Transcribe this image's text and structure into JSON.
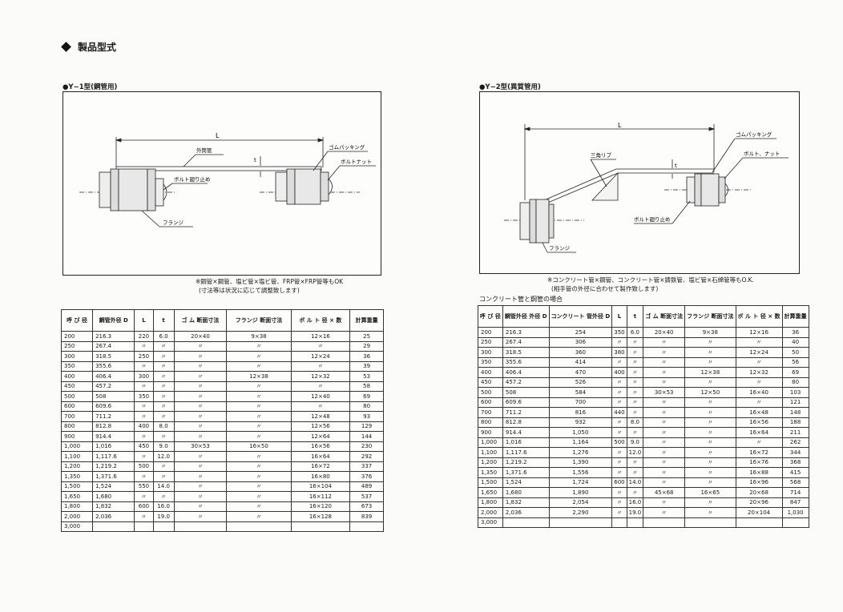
{
  "heading": "製品型式",
  "y1": {
    "title": "●Y−1型(鋼管用)",
    "labels": {
      "L": "L",
      "t": "t",
      "outer_pipe": "外筒管",
      "gasket": "ゴムパッキング",
      "bolt_nut": "ボルトナット",
      "bolt_stopper": "ボルト廻り止め",
      "flange": "フランジ"
    },
    "note1": "※鋼管×鋼管、塩ビ管×塩ビ管、FRP管×FRP管等もOK",
    "note2": "(寸法等は状況に応じて調整致します)"
  },
  "y2": {
    "title": "●Y−2型(異質管用)",
    "labels": {
      "L": "L",
      "t": "t",
      "rib": "三角リブ",
      "gasket": "ゴムパッキング",
      "bolt_nut": "ボルト、ナット",
      "bolt_stopper": "ボルト廻り止め",
      "flange": "フランジ"
    },
    "note1": "※コンクリート管×鋼管、コンクリート管×鋳鉄管、塩ビ管×石綿管等もO.K.",
    "note2": "(相手管の外径に合わせて製作致します)",
    "caption": "コンクリート管と鋼管の場合"
  },
  "table1": {
    "headers": [
      "呼 び 径",
      "鋼管外径 D",
      "L",
      "t",
      "ゴ ム 断面寸法",
      "フランジ 断面寸法",
      "ボ ル ト 径 × 数",
      "計算重量"
    ],
    "rows": [
      [
        "200",
        "216.3",
        "220",
        "6.0",
        "20×40",
        "9×38",
        "12×16",
        "25"
      ],
      [
        "250",
        "267.4",
        "〃",
        "〃",
        "〃",
        "〃",
        "〃",
        "29"
      ],
      [
        "300",
        "318.5",
        "250",
        "〃",
        "〃",
        "〃",
        "12×24",
        "36"
      ],
      [
        "350",
        "355.6",
        "〃",
        "〃",
        "〃",
        "〃",
        "〃",
        "39"
      ],
      [
        "400",
        "406.4",
        "300",
        "〃",
        "〃",
        "12×38",
        "12×32",
        "53"
      ],
      [
        "450",
        "457.2",
        "〃",
        "〃",
        "〃",
        "〃",
        "〃",
        "58"
      ],
      [
        "500",
        "508",
        "350",
        "〃",
        "〃",
        "〃",
        "12×40",
        "69"
      ],
      [
        "600",
        "609.6",
        "〃",
        "〃",
        "〃",
        "〃",
        "〃",
        "80"
      ],
      [
        "700",
        "711.2",
        "〃",
        "〃",
        "〃",
        "〃",
        "12×48",
        "93"
      ],
      [
        "800",
        "812.8",
        "400",
        "8.0",
        "〃",
        "〃",
        "12×56",
        "129"
      ],
      [
        "900",
        "914.4",
        "〃",
        "〃",
        "〃",
        "〃",
        "12×64",
        "144"
      ],
      [
        "1,000",
        "1,016",
        "450",
        "9.0",
        "30×53",
        "16×50",
        "16×56",
        "230"
      ],
      [
        "1,100",
        "1,117.6",
        "〃",
        "12.0",
        "〃",
        "〃",
        "16×64",
        "292"
      ],
      [
        "1,200",
        "1,219.2",
        "500",
        "〃",
        "〃",
        "〃",
        "16×72",
        "337"
      ],
      [
        "1,350",
        "1,371.6",
        "〃",
        "〃",
        "〃",
        "〃",
        "16×80",
        "376"
      ],
      [
        "1,500",
        "1,524",
        "550",
        "14.0",
        "〃",
        "〃",
        "16×104",
        "489"
      ],
      [
        "1,650",
        "1,680",
        "〃",
        "〃",
        "〃",
        "〃",
        "16×112",
        "537"
      ],
      [
        "1,800",
        "1,832",
        "600",
        "16.0",
        "〃",
        "〃",
        "16×120",
        "673"
      ],
      [
        "2,000",
        "2,036",
        "〃",
        "19.0",
        "〃",
        "〃",
        "16×128",
        "839"
      ],
      [
        "3,000",
        "",
        "",
        "",
        "",
        "",
        "",
        ""
      ]
    ]
  },
  "table2": {
    "headers": [
      "呼 び 径",
      "鋼管外径 外径 D",
      "コンクリート 管外径 D",
      "L",
      "t",
      "ゴ ム 断面寸法",
      "フランジ 断面寸法",
      "ボ ル ト 径 × 数",
      "計算重量"
    ],
    "rows": [
      [
        "200",
        "216.3",
        "254",
        "350",
        "6.0",
        "20×40",
        "9×38",
        "12×16",
        "36"
      ],
      [
        "250",
        "267.4",
        "306",
        "〃",
        "〃",
        "〃",
        "〃",
        "〃",
        "40"
      ],
      [
        "300",
        "318.5",
        "360",
        "380",
        "〃",
        "〃",
        "〃",
        "12×24",
        "50"
      ],
      [
        "350",
        "355.6",
        "414",
        "〃",
        "〃",
        "〃",
        "〃",
        "〃",
        "56"
      ],
      [
        "400",
        "406.4",
        "470",
        "400",
        "〃",
        "〃",
        "12×38",
        "12×32",
        "69"
      ],
      [
        "450",
        "457.2",
        "526",
        "〃",
        "〃",
        "〃",
        "〃",
        "〃",
        "80"
      ],
      [
        "500",
        "508",
        "584",
        "〃",
        "〃",
        "30×53",
        "12×50",
        "16×40",
        "103"
      ],
      [
        "600",
        "609.6",
        "700",
        "〃",
        "〃",
        "〃",
        "〃",
        "〃",
        "121"
      ],
      [
        "700",
        "711.2",
        "816",
        "440",
        "〃",
        "〃",
        "〃",
        "16×48",
        "148"
      ],
      [
        "800",
        "812.8",
        "932",
        "〃",
        "8.0",
        "〃",
        "〃",
        "16×56",
        "188"
      ],
      [
        "900",
        "914.4",
        "1,050",
        "〃",
        "〃",
        "〃",
        "〃",
        "16×64",
        "211"
      ],
      [
        "1,000",
        "1,016",
        "1,164",
        "500",
        "9.0",
        "〃",
        "〃",
        "〃",
        "262"
      ],
      [
        "1,100",
        "1,117.6",
        "1,276",
        "〃",
        "12.0",
        "〃",
        "〃",
        "16×72",
        "344"
      ],
      [
        "1,200",
        "1,219.2",
        "1,390",
        "〃",
        "〃",
        "〃",
        "〃",
        "16×76",
        "368"
      ],
      [
        "1,350",
        "1,371.6",
        "1,556",
        "〃",
        "〃",
        "〃",
        "〃",
        "16×88",
        "415"
      ],
      [
        "1,500",
        "1,524",
        "1,724",
        "600",
        "14.0",
        "〃",
        "〃",
        "16×96",
        "568"
      ],
      [
        "1,650",
        "1,680",
        "1,890",
        "〃",
        "〃",
        "45×68",
        "16×65",
        "20×68",
        "714"
      ],
      [
        "1,800",
        "1,832",
        "2,054",
        "〃",
        "16.0",
        "〃",
        "〃",
        "20×96",
        "847"
      ],
      [
        "2,000",
        "2,036",
        "2,290",
        "〃",
        "19.0",
        "〃",
        "〃",
        "20×104",
        "1,030"
      ],
      [
        "3,000",
        "",
        "",
        "",
        "",
        "",
        "",
        "",
        ""
      ]
    ]
  }
}
